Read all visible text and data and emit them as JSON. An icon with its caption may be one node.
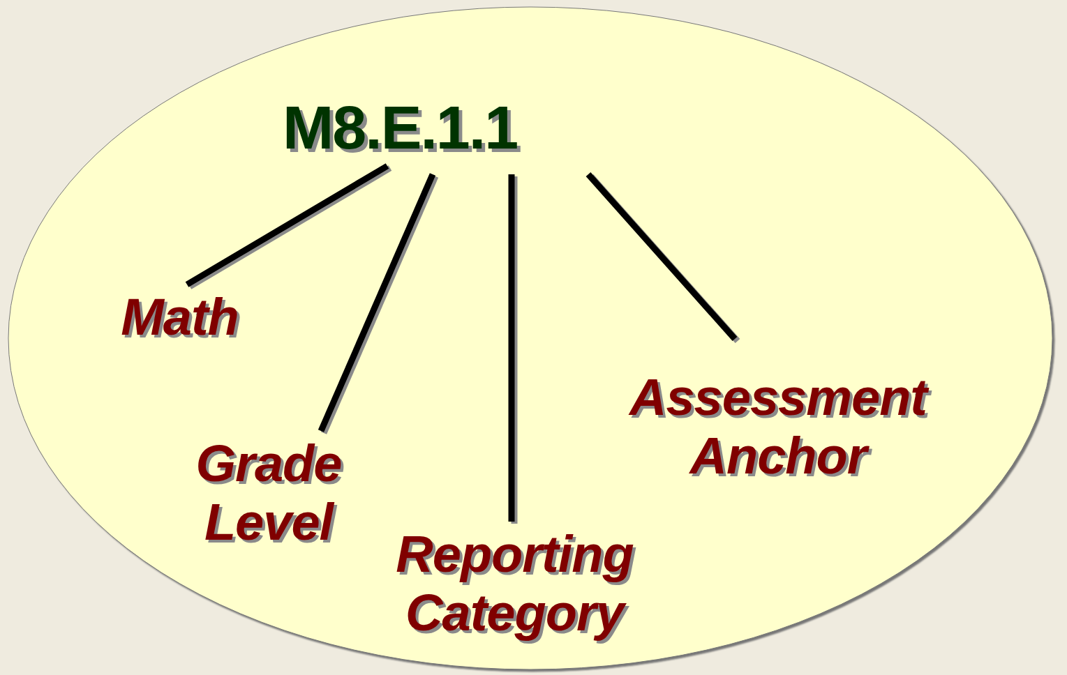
{
  "diagram": {
    "nodes": [
      {
        "text": [],
        "shape": "ellipse"
      },
      {
        "text": [
          "M8.E.1.1"
        ],
        "in": 0
      },
      {
        "text": [
          "Math"
        ],
        "in": 0
      },
      {
        "text": [
          "Grade Level"
        ],
        "in": 0
      },
      {
        "text": [
          "Reporting Category"
        ],
        "in": 0
      },
      {
        "text": [
          "Assessment Anchor"
        ],
        "in": 0
      }
    ],
    "edges": [
      {
        "from": 1,
        "to": 2,
        "arrow": "none"
      },
      {
        "from": 1,
        "to": 3,
        "arrow": "none"
      },
      {
        "from": 1,
        "to": 4,
        "arrow": "none"
      },
      {
        "from": 1,
        "to": 5,
        "arrow": "none"
      }
    ]
  }
}
